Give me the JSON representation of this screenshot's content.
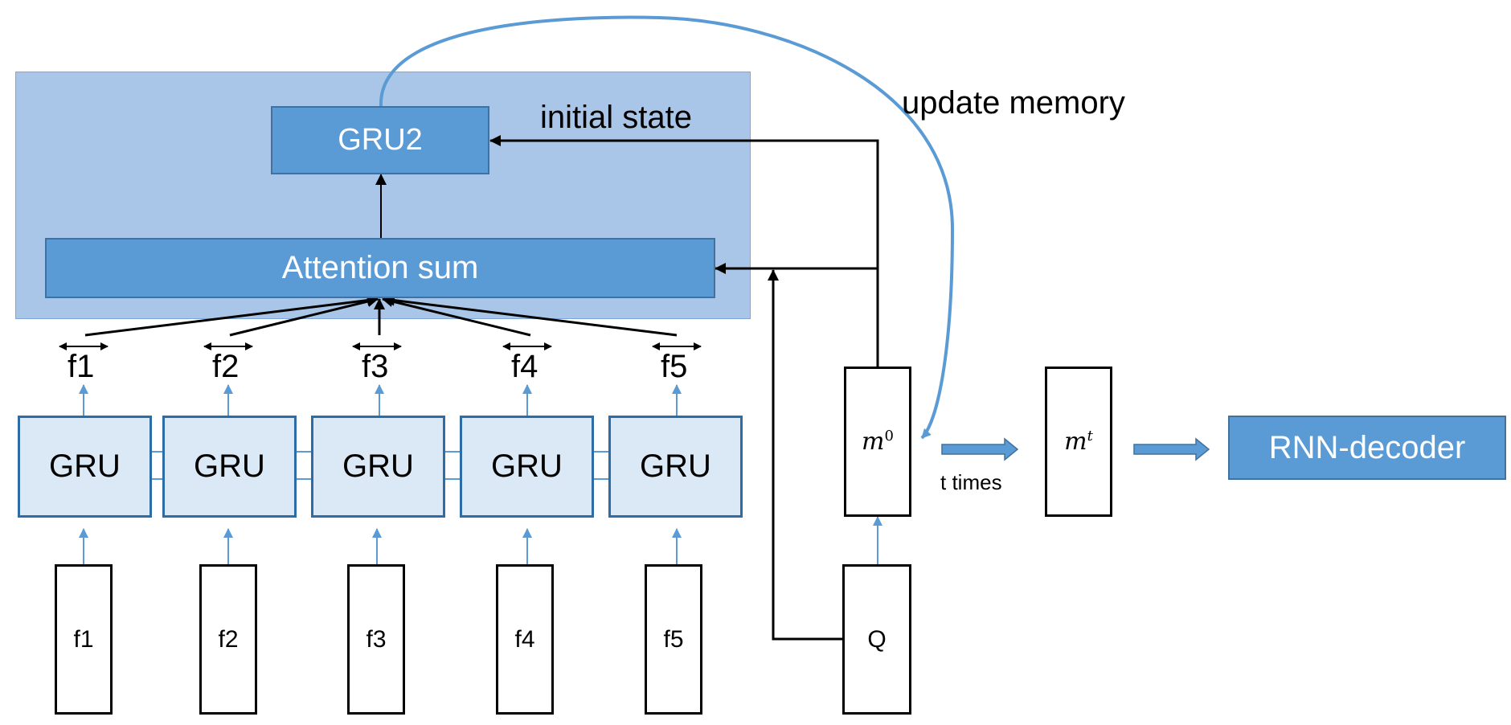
{
  "diagram": {
    "gru2_label": "GRU2",
    "attention_label": "Attention sum",
    "initial_state_label": "initial state",
    "update_memory_label": "update memory",
    "gru_label": "GRU",
    "feature_labels": [
      "f1",
      "f2",
      "f3",
      "f4",
      "f5"
    ],
    "input_labels": [
      "f1",
      "f2",
      "f3",
      "f4",
      "f5"
    ],
    "question_label": "Q",
    "memory_initial": {
      "base": "m",
      "sup": "0"
    },
    "memory_final": {
      "base": "m",
      "sup": "t"
    },
    "t_times_label": "t times",
    "decoder_label": "RNN-decoder"
  },
  "colors": {
    "panel_fill": "#a9c6e8",
    "dark_box_fill": "#5b9bd5",
    "gru_fill": "#dbe8f6",
    "gru_border": "#2e6ca6",
    "blue_arrow": "#5b9bd5",
    "black_arrow": "#000000"
  }
}
